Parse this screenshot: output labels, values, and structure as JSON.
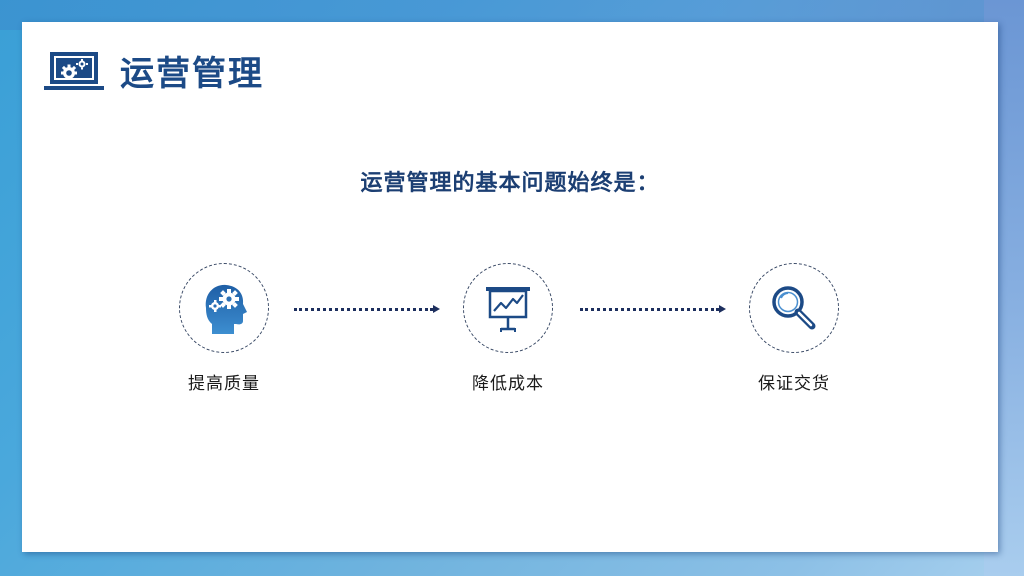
{
  "slide": {
    "title": "运营管理",
    "title_icon": "laptop-gears-icon",
    "subtitle": "运营管理的基本问题始终是：",
    "steps": [
      {
        "label": "提高质量",
        "icon": "head-gears-icon"
      },
      {
        "label": "降低成本",
        "icon": "presentation-chart-icon"
      },
      {
        "label": "保证交货",
        "icon": "magnifier-icon"
      }
    ],
    "colors": {
      "primary": "#1c4a86",
      "subtitle": "#1c3f73",
      "arrow": "#1d2f5e",
      "icon_blue": "#2a6fb5",
      "background": "#4aa8dc"
    }
  }
}
